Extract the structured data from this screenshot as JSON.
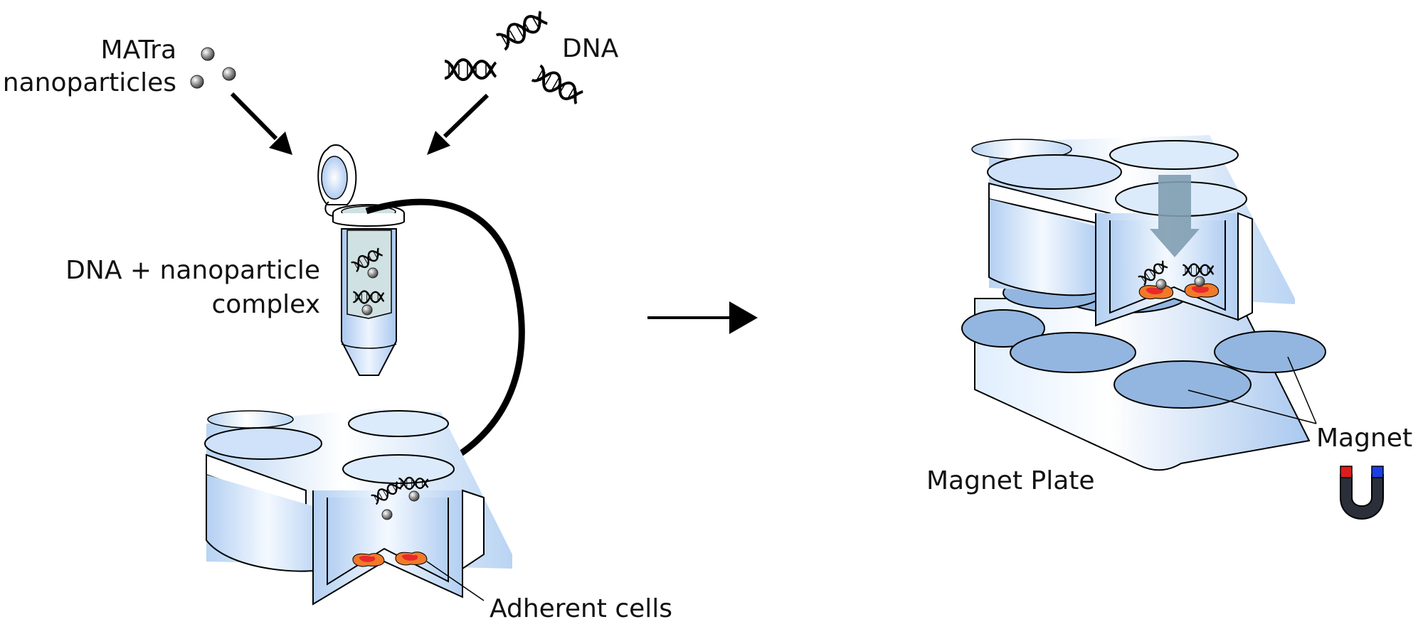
{
  "labels": {
    "nanoparticles_line1": "MATra",
    "nanoparticles_line2": "nanoparticles",
    "dna": "DNA",
    "complex_line1": "DNA + nanoparticle",
    "complex_line2": "complex",
    "adherent_cells": "Adherent cells",
    "magnet_plate": "Magnet Plate",
    "magnet": "Magnet"
  },
  "icons": {
    "nanoparticle": "grey-sphere",
    "dna": "double-helix",
    "tube": "microcentrifuge-tube",
    "well_plate": "multi-well-plate-cutaway",
    "magnet": "horseshoe-magnet"
  },
  "colors": {
    "plate_light": "#e8f2fd",
    "plate_mid": "#b9d4f3",
    "magnet_spot": "#93b6e0",
    "cell_outer": "#f07a2a",
    "cell_inner": "#e82a2a",
    "magnet_body": "#2a2f3a",
    "magnet_red": "#e01b1b",
    "magnet_blue": "#1a3fe6",
    "force_arrow": "#7f9db0"
  }
}
